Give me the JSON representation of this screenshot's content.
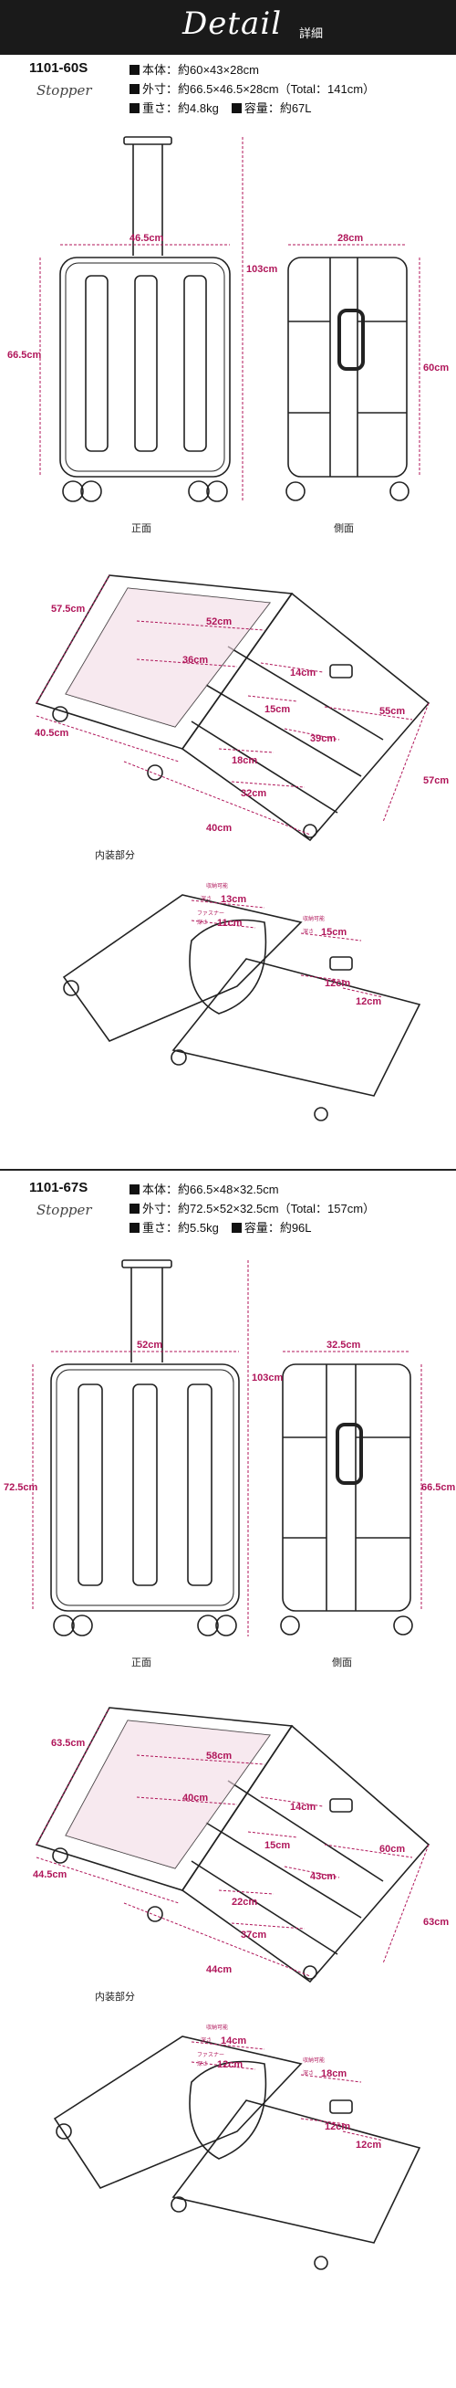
{
  "header": {
    "title": "Detail",
    "subtitle": "詳細"
  },
  "products": [
    {
      "model": "1101-60S",
      "brand": "Stopper",
      "specs": [
        "本体：約60×43×28cm",
        "外寸：約66.5×46.5×28cm（Total：141cm）",
        "重さ：約4.8kg",
        "容量：約67L"
      ],
      "dims": {
        "width": "46.5cm",
        "height": "103cm",
        "body_height": "66.5cm",
        "depth": "28cm",
        "side_height": "60cm"
      },
      "view_labels": {
        "front": "正面",
        "side": "側面"
      },
      "interior_dims": {
        "a": "57.5cm",
        "b": "52cm",
        "c": "36cm",
        "d": "40.5cm",
        "e": "14cm",
        "f": "15cm",
        "g": "55cm",
        "h": "39cm",
        "i": "18cm",
        "j": "32cm",
        "k": "57cm",
        "l": "40cm"
      },
      "interior_label": "内装部分",
      "pocket_dims": {
        "p1": "13cm",
        "p2": "11cm",
        "p3": "15cm",
        "p4": "12cm",
        "p5": "12cm"
      },
      "pocket_notes": {
        "n1": "収納可能",
        "n2": "深さ",
        "n3": "ファスナー",
        "n4": "深さ",
        "n5": "収納可能",
        "n6": "深さ"
      }
    },
    {
      "model": "1101-67S",
      "brand": "Stopper",
      "specs": [
        "本体：約66.5×48×32.5cm",
        "外寸：約72.5×52×32.5cm（Total：157cm）",
        "重さ：約5.5kg",
        "容量：約96L"
      ],
      "dims": {
        "width": "52cm",
        "height": "103cm",
        "body_height": "72.5cm",
        "depth": "32.5cm",
        "side_height": "66.5cm"
      },
      "view_labels": {
        "front": "正面",
        "side": "側面"
      },
      "interior_dims": {
        "a": "63.5cm",
        "b": "58cm",
        "c": "40cm",
        "d": "44.5cm",
        "e": "14cm",
        "f": "15cm",
        "g": "60cm",
        "h": "43cm",
        "i": "22cm",
        "j": "37cm",
        "k": "63cm",
        "l": "44cm"
      },
      "interior_label": "内装部分",
      "pocket_dims": {
        "p1": "14cm",
        "p2": "12cm",
        "p3": "18cm",
        "p4": "12cm",
        "p5": "12cm"
      },
      "pocket_notes": {
        "n1": "収納可能",
        "n2": "深さ",
        "n3": "ファスナー",
        "n4": "深さ",
        "n5": "収納可能",
        "n6": "深さ"
      }
    }
  ]
}
